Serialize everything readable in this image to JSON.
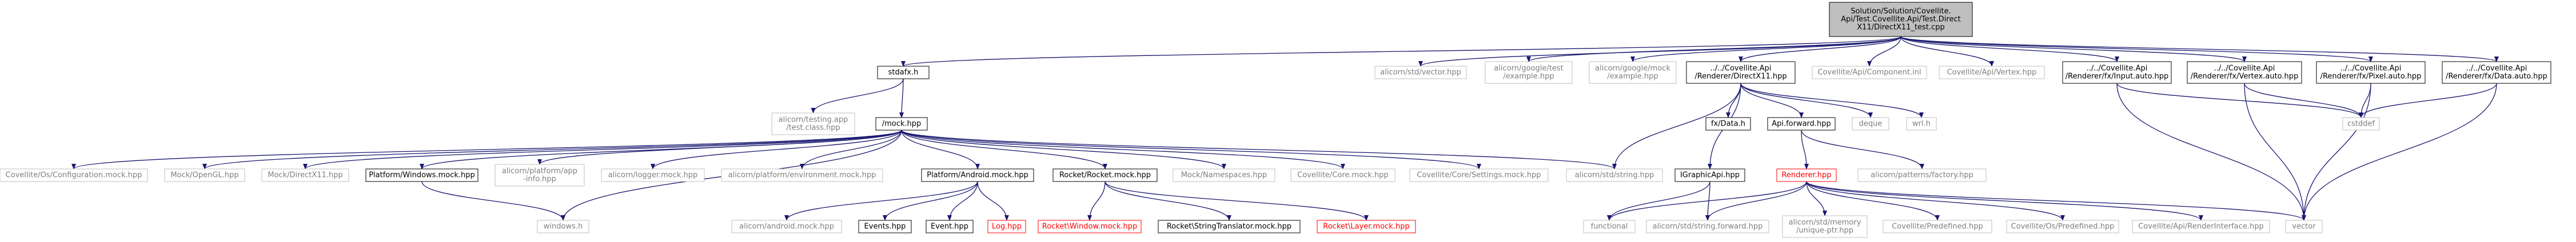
{
  "colors": {
    "edge": "#191970",
    "normal_border": "#000000",
    "normal_text": "#000000",
    "external_border": "#bfbfbf",
    "external_text": "#7f7f7f",
    "missing_border": "#ff0000",
    "missing_text": "#ff0000",
    "root_fill": "#bfbfbf",
    "node_fill": "#ffffff"
  },
  "nodes": [
    {
      "id": "root",
      "lines": [
        "Solution/Solution/Covellite.",
        "Api/Test.Covellite.Api/Test.Direct",
        "X11/DirectX11_test.cpp"
      ],
      "style": "root"
    },
    {
      "id": "stdafx",
      "lines": [
        "stdafx.h"
      ],
      "style": "normal"
    },
    {
      "id": "alicorn_vector",
      "lines": [
        "alicorn/std/vector.hpp"
      ],
      "style": "external"
    },
    {
      "id": "gtest",
      "lines": [
        "alicorn/google/test",
        "/example.hpp"
      ],
      "style": "external"
    },
    {
      "id": "gmock",
      "lines": [
        "alicorn/google/mock",
        "/example.hpp"
      ],
      "style": "external"
    },
    {
      "id": "renderer_dx11",
      "lines": [
        "../../Covellite.Api",
        "/Renderer/DirectX11.hpp"
      ],
      "style": "normal"
    },
    {
      "id": "component",
      "lines": [
        "Covellite/Api/Component.inl"
      ],
      "style": "external"
    },
    {
      "id": "vertex",
      "lines": [
        "Covellite/Api/Vertex.hpp"
      ],
      "style": "external"
    },
    {
      "id": "input_auto",
      "lines": [
        "../../Covellite.Api",
        "/Renderer/fx/Input.auto.hpp"
      ],
      "style": "normal"
    },
    {
      "id": "vertex_auto",
      "lines": [
        "../../Covellite.Api",
        "/Renderer/fx/Vertex.auto.hpp"
      ],
      "style": "normal"
    },
    {
      "id": "pixel_auto",
      "lines": [
        "../../Covellite.Api",
        "/Renderer/fx/Pixel.auto.hpp"
      ],
      "style": "normal"
    },
    {
      "id": "data_auto",
      "lines": [
        "../../Covellite.Api",
        "/Renderer/fx/Data.auto.hpp"
      ],
      "style": "normal"
    },
    {
      "id": "testing_app",
      "lines": [
        "alicorn/testing.app",
        "/test.class.hpp"
      ],
      "style": "external"
    },
    {
      "id": "mock",
      "lines": [
        "/mock.hpp"
      ],
      "style": "normal"
    },
    {
      "id": "fx_data",
      "lines": [
        "fx/Data.h"
      ],
      "style": "normal"
    },
    {
      "id": "api_forward",
      "lines": [
        "Api.forward.hpp"
      ],
      "style": "normal"
    },
    {
      "id": "deque",
      "lines": [
        "deque"
      ],
      "style": "external"
    },
    {
      "id": "wrl",
      "lines": [
        "wrl.h"
      ],
      "style": "external"
    },
    {
      "id": "cstddef",
      "lines": [
        "cstddef"
      ],
      "style": "external"
    },
    {
      "id": "configuration_mock",
      "lines": [
        "Covellite/Os/Configuration.mock.hpp"
      ],
      "style": "external"
    },
    {
      "id": "opengl_mock",
      "lines": [
        "Mock/OpenGL.hpp"
      ],
      "style": "external"
    },
    {
      "id": "directx11_mock",
      "lines": [
        "Mock/DirectX11.hpp"
      ],
      "style": "external"
    },
    {
      "id": "platform_windows",
      "lines": [
        "Platform/Windows.mock.hpp"
      ],
      "style": "normal"
    },
    {
      "id": "platform_app_info",
      "lines": [
        "alicorn/platform/app",
        "-info.hpp"
      ],
      "style": "external"
    },
    {
      "id": "logger_mock",
      "lines": [
        "alicorn/logger.mock.hpp"
      ],
      "style": "external"
    },
    {
      "id": "environment_mock",
      "lines": [
        "alicorn/platform/environment.mock.hpp"
      ],
      "style": "external"
    },
    {
      "id": "platform_android",
      "lines": [
        "Platform/Android.mock.hpp"
      ],
      "style": "normal"
    },
    {
      "id": "rocket_mock",
      "lines": [
        "Rocket/Rocket.mock.hpp"
      ],
      "style": "normal"
    },
    {
      "id": "mock_namespaces",
      "lines": [
        "Mock/Namespaces.hpp"
      ],
      "style": "external"
    },
    {
      "id": "core_mock",
      "lines": [
        "Covellite/Core.mock.hpp"
      ],
      "style": "external"
    },
    {
      "id": "core_settings",
      "lines": [
        "Covellite/Core/Settings.mock.hpp"
      ],
      "style": "external"
    },
    {
      "id": "alicorn_string",
      "lines": [
        "alicorn/std/string.hpp"
      ],
      "style": "external"
    },
    {
      "id": "igraphicapi",
      "lines": [
        "IGraphicApi.hpp"
      ],
      "style": "normal"
    },
    {
      "id": "patterns_factory",
      "lines": [
        "alicorn/patterns/factory.hpp"
      ],
      "style": "external"
    },
    {
      "id": "renderer_hpp",
      "lines": [
        "Renderer.hpp"
      ],
      "style": "missing"
    },
    {
      "id": "windows_h",
      "lines": [
        "windows.h"
      ],
      "style": "external"
    },
    {
      "id": "android_mock",
      "lines": [
        "alicorn/android.mock.hpp"
      ],
      "style": "external"
    },
    {
      "id": "events",
      "lines": [
        "Events.hpp"
      ],
      "style": "normal"
    },
    {
      "id": "event",
      "lines": [
        "Event.hpp"
      ],
      "style": "normal"
    },
    {
      "id": "log",
      "lines": [
        "Log.hpp"
      ],
      "style": "missing"
    },
    {
      "id": "rocket_window",
      "lines": [
        "Rocket\\Window.mock.hpp"
      ],
      "style": "missing"
    },
    {
      "id": "string_translator",
      "lines": [
        "Rocket\\StringTranslator.mock.hpp"
      ],
      "style": "normal"
    },
    {
      "id": "rocket_layer",
      "lines": [
        "Rocket\\Layer.mock.hpp"
      ],
      "style": "missing"
    },
    {
      "id": "functional",
      "lines": [
        "functional"
      ],
      "style": "external"
    },
    {
      "id": "string_forward",
      "lines": [
        "alicorn/std/string.forward.hpp"
      ],
      "style": "external"
    },
    {
      "id": "memory_unique",
      "lines": [
        "alicorn/std/memory",
        "/unique-ptr.hpp"
      ],
      "style": "external"
    },
    {
      "id": "covellite_predefined",
      "lines": [
        "Covellite/Predefined.hpp"
      ],
      "style": "external"
    },
    {
      "id": "os_predefined",
      "lines": [
        "Covellite/Os/Predefined.hpp"
      ],
      "style": "external"
    },
    {
      "id": "irenderer",
      "lines": [
        "Covellite/Api/RenderInterface.hpp"
      ],
      "style": "external"
    },
    {
      "id": "vector",
      "lines": [
        "vector"
      ],
      "style": "external"
    }
  ],
  "edges": [
    [
      "root",
      "stdafx"
    ],
    [
      "root",
      "alicorn_vector"
    ],
    [
      "root",
      "gtest"
    ],
    [
      "root",
      "gmock"
    ],
    [
      "root",
      "renderer_dx11"
    ],
    [
      "root",
      "component"
    ],
    [
      "root",
      "vertex"
    ],
    [
      "root",
      "input_auto"
    ],
    [
      "root",
      "vertex_auto"
    ],
    [
      "root",
      "pixel_auto"
    ],
    [
      "root",
      "data_auto"
    ],
    [
      "stdafx",
      "testing_app"
    ],
    [
      "stdafx",
      "mock"
    ],
    [
      "mock",
      "configuration_mock"
    ],
    [
      "mock",
      "opengl_mock"
    ],
    [
      "mock",
      "directx11_mock"
    ],
    [
      "mock",
      "platform_windows"
    ],
    [
      "mock",
      "platform_app_info"
    ],
    [
      "mock",
      "logger_mock"
    ],
    [
      "mock",
      "environment_mock"
    ],
    [
      "mock",
      "platform_android"
    ],
    [
      "mock",
      "rocket_mock"
    ],
    [
      "mock",
      "mock_namespaces"
    ],
    [
      "mock",
      "core_mock"
    ],
    [
      "mock",
      "core_settings"
    ],
    [
      "mock",
      "alicorn_string"
    ],
    [
      "mock",
      "windows_h"
    ],
    [
      "platform_windows",
      "windows_h"
    ],
    [
      "platform_android",
      "android_mock"
    ],
    [
      "platform_android",
      "events"
    ],
    [
      "platform_android",
      "event"
    ],
    [
      "platform_android",
      "log"
    ],
    [
      "rocket_mock",
      "rocket_window"
    ],
    [
      "rocket_mock",
      "string_translator"
    ],
    [
      "rocket_mock",
      "rocket_layer"
    ],
    [
      "renderer_dx11",
      "alicorn_string"
    ],
    [
      "renderer_dx11",
      "igraphicapi"
    ],
    [
      "renderer_dx11",
      "fx_data"
    ],
    [
      "renderer_dx11",
      "api_forward"
    ],
    [
      "renderer_dx11",
      "deque"
    ],
    [
      "renderer_dx11",
      "wrl"
    ],
    [
      "igraphicapi",
      "functional"
    ],
    [
      "igraphicapi",
      "string_forward"
    ],
    [
      "api_forward",
      "renderer_hpp"
    ],
    [
      "api_forward",
      "patterns_factory"
    ],
    [
      "renderer_hpp",
      "functional"
    ],
    [
      "renderer_hpp",
      "string_forward"
    ],
    [
      "renderer_hpp",
      "memory_unique"
    ],
    [
      "renderer_hpp",
      "covellite_predefined"
    ],
    [
      "renderer_hpp",
      "os_predefined"
    ],
    [
      "renderer_hpp",
      "irenderer"
    ],
    [
      "renderer_hpp",
      "vector"
    ],
    [
      "input_auto",
      "cstddef"
    ],
    [
      "input_auto",
      "vector"
    ],
    [
      "vertex_auto",
      "cstddef"
    ],
    [
      "vertex_auto",
      "vector"
    ],
    [
      "pixel_auto",
      "cstddef"
    ],
    [
      "pixel_auto",
      "vector"
    ],
    [
      "data_auto",
      "cstddef"
    ],
    [
      "data_auto",
      "vector"
    ]
  ]
}
